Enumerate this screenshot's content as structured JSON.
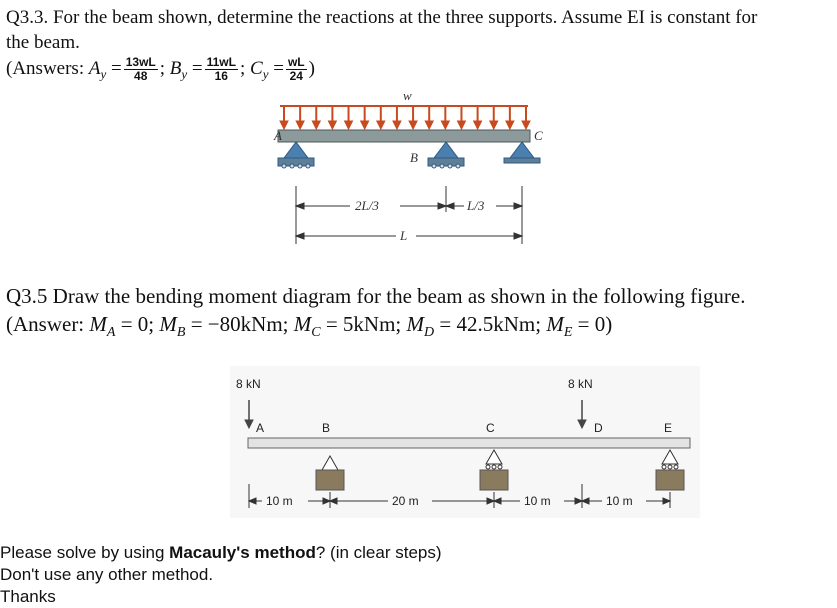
{
  "q33": {
    "line1": "Q3.3. For the beam shown, determine the reactions at the three supports. Assume EI is constant for",
    "line2": "the beam.",
    "answers_prefix": "(Answers: ",
    "ay_sym": "A",
    "ay_sub": "y",
    "ay_num": "13wL",
    "ay_den": "48",
    "by_sym": "B",
    "by_sub": "y",
    "by_num": "11wL",
    "by_den": "16",
    "cy_sym": "C",
    "cy_sub": "y",
    "cy_num": "wL",
    "cy_den": "24",
    "answers_close": ")"
  },
  "fig1": {
    "load_label": "w",
    "label_a": "A",
    "label_b": "B",
    "label_c": "C",
    "dim_ab": "2L/3",
    "dim_bc": "L/3",
    "dim_total": "L",
    "colors": {
      "load_arrow": "#c84a1e",
      "beam": "#8c9a9c",
      "support": "#4a7fb0"
    }
  },
  "q35": {
    "line1": "Q3.5 Draw the bending moment diagram for the beam as shown in the following figure.",
    "answer_prefix": "(Answer: ",
    "ma": "M",
    "ma_sub": "A",
    "ma_val": " = 0; ",
    "mb": "M",
    "mb_sub": "B",
    "mb_val": " = −80kNm; ",
    "mc": "M",
    "mc_sub": "C",
    "mc_val": " = 5kNm; ",
    "md": "M",
    "md_sub": "D",
    "md_val": " = 42.5kNm; ",
    "me": "M",
    "me_sub": "E",
    "me_val": " = 0)"
  },
  "fig2": {
    "load_a": "8 kN",
    "load_d": "8 kN",
    "label_a": "A",
    "label_b": "B",
    "label_c": "C",
    "label_d": "D",
    "label_e": "E",
    "dim_ab": "10 m",
    "dim_bc": "20 m",
    "dim_cd": "10 m",
    "dim_de": "10 m"
  },
  "notes": {
    "line1_prefix": "Please solve by using ",
    "line1_bold": "Macauly's method",
    "line1_suffix": "? (in clear steps)",
    "line2": "Don't use any other method.",
    "line3": "Thanks"
  }
}
